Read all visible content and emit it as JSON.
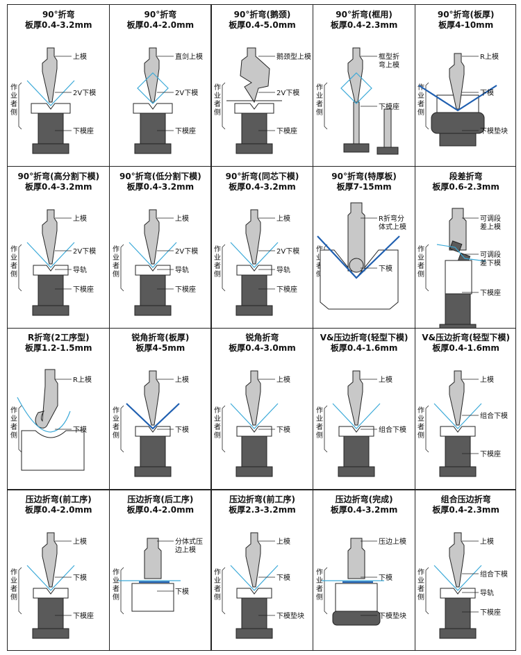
{
  "colors": {
    "line": "#222222",
    "fill_dark": "#5a5a5a",
    "fill_light": "#c8c8c8",
    "blue": "#3aa9d8",
    "blue_dark": "#1f5fb0"
  },
  "cells": [
    {
      "title": "90°折弯",
      "thickness": "板厚0.4-3.2mm",
      "side": "作业者侧",
      "labels": [
        "上模",
        "2V下模",
        "下模座"
      ],
      "kind": "v",
      "sheet": "light",
      "dieStyle": "wideV"
    },
    {
      "title": "90°折弯",
      "thickness": "板厚0.4-2.0mm",
      "side": "",
      "labels": [
        "直剑上模",
        "2V下模",
        "下模座"
      ],
      "kind": "v",
      "sheet": "diamond",
      "dieStyle": "narrowV"
    },
    {
      "title": "90°折弯(鹅颈)",
      "thickness": "板厚0.4-5.0mm",
      "side": "作业者侧",
      "labels": [
        "鹅颈型上模",
        "2V下模",
        "下模座"
      ],
      "kind": "goose",
      "sheet": "flat",
      "dieStyle": "narrowV"
    },
    {
      "title": "90°折弯(框用)",
      "thickness": "板厚0.4-2.3mm",
      "side": "作业者侧",
      "labels": [
        "框型折弯上模",
        "下模座"
      ],
      "kind": "frame",
      "sheet": "diamond",
      "dieStyle": "frame"
    },
    {
      "title": "90°折弯(板厚)",
      "thickness": "板厚4-10mm",
      "side": "作业者侧",
      "labels": [
        "R上模",
        "下模",
        "下模垫块"
      ],
      "kind": "thick",
      "sheet": "darkV",
      "dieStyle": "roller"
    },
    {
      "title": "90°折弯(高分割下模)",
      "thickness": "板厚0.4-3.2mm",
      "side": "作业者侧",
      "labels": [
        "上模",
        "2V下模",
        "导轨",
        "下模座"
      ],
      "kind": "v2",
      "sheet": "light",
      "dieStyle": "rail"
    },
    {
      "title": "90°折弯(低分割下模)",
      "thickness": "板厚0.4-3.2mm",
      "side": "作业者侧",
      "labels": [
        "上模",
        "2V下模",
        "导轨",
        "下模座"
      ],
      "kind": "v2",
      "sheet": "light",
      "dieStyle": "lowrail"
    },
    {
      "title": "90°折弯(同芯下模)",
      "thickness": "板厚0.4-3.2mm",
      "side": "作业者侧",
      "labels": [
        "上模",
        "2V下模",
        "导轨",
        "下模座"
      ],
      "kind": "v2",
      "sheet": "light",
      "dieStyle": "rail"
    },
    {
      "title": "90°折弯(特厚板)",
      "thickness": "板厚7-15mm",
      "side": "作业者侧",
      "labels": [
        "R折弯分体式上模",
        "下模"
      ],
      "kind": "heavy",
      "sheet": "darkV",
      "dieStyle": "heavy"
    },
    {
      "title": "段差折弯",
      "thickness": "板厚0.6-2.3mm",
      "side": "作业者侧",
      "labels": [
        "可调段差上模",
        "可调段差下模",
        "下模座"
      ],
      "kind": "offset",
      "sheet": "light",
      "dieStyle": "offset"
    },
    {
      "title": "R折弯(2工序型)",
      "thickness": "板厚1.2-1.5mm",
      "side": "作业者侧",
      "labels": [
        "R上模",
        "下模"
      ],
      "kind": "hook",
      "sheet": "light",
      "dieStyle": "r"
    },
    {
      "title": "锐角折弯(板厚)",
      "thickness": "板厚4-5mm",
      "side": "作业者侧",
      "labels": [
        "上模",
        "下模"
      ],
      "kind": "acute",
      "sheet": "darkV",
      "dieStyle": "acuteThick"
    },
    {
      "title": "锐角折弯",
      "thickness": "板厚0.4-3.0mm",
      "side": "作业者侧",
      "labels": [
        "上模",
        "下模"
      ],
      "kind": "acute2",
      "sheet": "light",
      "dieStyle": "acute"
    },
    {
      "title": "V&压边折弯(轻型下模)",
      "thickness": "板厚0.4-1.6mm",
      "side": "作业者侧",
      "labels": [
        "上模",
        "组合下模"
      ],
      "kind": "hem",
      "sheet": "light",
      "dieStyle": "combo"
    },
    {
      "title": "V&压边折弯(轻型下模)",
      "thickness": "板厚0.4-1.6mm",
      "side": "作业者侧",
      "labels": [
        "上模",
        "组合下模",
        "下模座"
      ],
      "kind": "hem2",
      "sheet": "light",
      "dieStyle": "combo2"
    },
    {
      "title": "压边折弯(前工序)",
      "thickness": "板厚0.4-2.0mm",
      "side": "作业者侧",
      "labels": [
        "上模",
        "下模",
        "下模座"
      ],
      "kind": "pre",
      "sheet": "light",
      "dieStyle": "pre"
    },
    {
      "title": "压边折弯(后工序)",
      "thickness": "板厚0.4-2.0mm",
      "side": "作业者侧",
      "labels": [
        "分体式压边上模",
        "下模"
      ],
      "kind": "flat",
      "sheet": "flatBlue",
      "dieStyle": "flat"
    },
    {
      "title": "压边折弯(前工序)",
      "thickness": "板厚2.3-3.2mm",
      "side": "作业者侧",
      "labels": [
        "上模",
        "下模",
        "下模垫块"
      ],
      "kind": "pre2",
      "sheet": "light",
      "dieStyle": "pre2"
    },
    {
      "title": "压边折弯(完成)",
      "thickness": "板厚0.4-3.2mm",
      "side": "作业者侧",
      "labels": [
        "压边上模",
        "下模",
        "下模垫块"
      ],
      "kind": "done",
      "sheet": "flatBlue",
      "dieStyle": "done"
    },
    {
      "title": "组合压边折弯",
      "thickness": "板厚0.4-2.3mm",
      "side": "作业者侧",
      "labels": [
        "上模",
        "组合下模",
        "导轨",
        "下模座"
      ],
      "kind": "combo3",
      "sheet": "light",
      "dieStyle": "combo3"
    }
  ]
}
